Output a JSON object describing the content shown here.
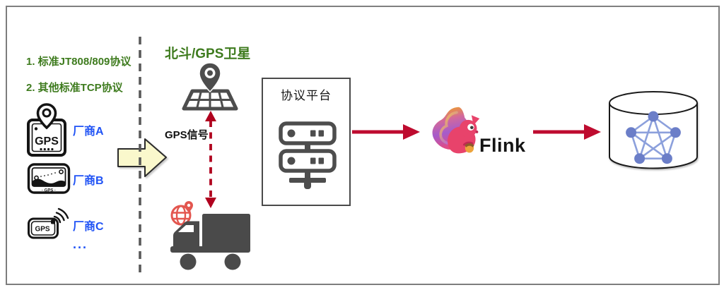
{
  "left_panel": {
    "notes": [
      "1. 标准JT808/809协议",
      "2. 其他标准TCP协议"
    ],
    "vendors": [
      {
        "label": "厂商A"
      },
      {
        "label": "厂商B"
      },
      {
        "label": "厂商C"
      }
    ],
    "more_label": "...",
    "device_a_text": "GPS",
    "device_b_text": "· GPS ·",
    "device_c_text": "GPS"
  },
  "satellite": {
    "title": "北斗/GPS卫星",
    "signal_label": "GPS信号"
  },
  "platform": {
    "title": "协议平台"
  },
  "flink": {
    "label": "Flink"
  },
  "colors": {
    "note_green": "#3E7B1E",
    "vendor_blue": "#2053F5",
    "arrow_red": "#BE0B2F",
    "dashed_arrow_red": "#B0001E",
    "icon_grey": "#4D4D4D",
    "separator_grey": "#595959",
    "block_arrow_yellow": "#FAF8CC",
    "graph_node_blue": "#6B7EC8",
    "graph_edge_blue": "#8CA0DC"
  }
}
